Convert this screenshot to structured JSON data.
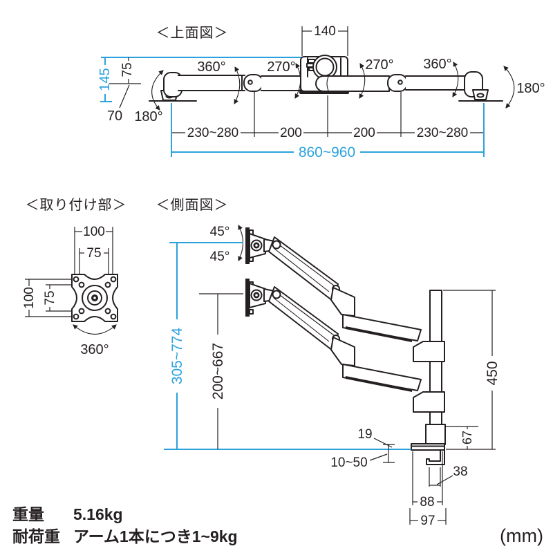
{
  "colors": {
    "accent_blue": "#2ba2db",
    "line": "#241f21",
    "background": "#ffffff"
  },
  "top_view": {
    "title": "＜上面図＞",
    "dim_140": "140",
    "dim_145": "145",
    "dim_75": "75",
    "dim_70": "70",
    "angle_180_left": "180°",
    "angle_360_left": "360°",
    "angle_270_left": "270°",
    "angle_270_right": "270°",
    "angle_360_right": "360°",
    "angle_180_right": "180°",
    "dim_230_280_left": "230~280",
    "dim_200_left": "200",
    "dim_200_right": "200",
    "dim_230_280_right": "230~280",
    "dim_860_960": "860~960"
  },
  "mount_view": {
    "title": "＜取り付け部＞",
    "dim_100_h": "100",
    "dim_75_h": "75",
    "dim_100_v": "100",
    "dim_75_v": "75",
    "angle_360": "360°"
  },
  "side_view": {
    "title": "＜側面図＞",
    "angle_45_up": "45°",
    "angle_45_down": "45°",
    "dim_305_774": "305~774",
    "dim_200_667": "200~667",
    "dim_450": "450",
    "dim_67": "67",
    "dim_19": "19",
    "dim_10_50": "10~50",
    "dim_38": "38",
    "dim_88": "88",
    "dim_97": "97"
  },
  "specs": {
    "weight_label": "重量",
    "weight_value": "5.16kg",
    "load_label": "耐荷重",
    "load_value": "アーム1本につき1~9kg",
    "unit": "(mm)"
  }
}
